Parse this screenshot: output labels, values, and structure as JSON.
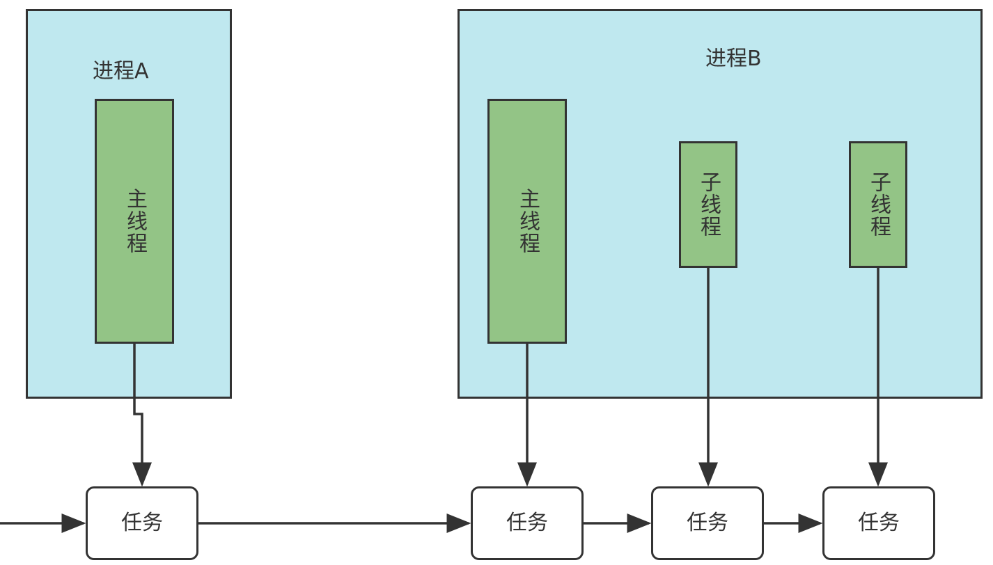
{
  "colors": {
    "process_fill": "#bfe8ef",
    "thread_fill": "#93c486",
    "task_fill": "#ffffff",
    "stroke": "#333333"
  },
  "process_a": {
    "label": "进程A",
    "main_thread": "主线程"
  },
  "process_b": {
    "label": "进程B",
    "main_thread": "主线程",
    "child_thread_1": "子线程",
    "child_thread_2": "子线程"
  },
  "tasks": [
    "任务",
    "任务",
    "任务",
    "任务"
  ]
}
